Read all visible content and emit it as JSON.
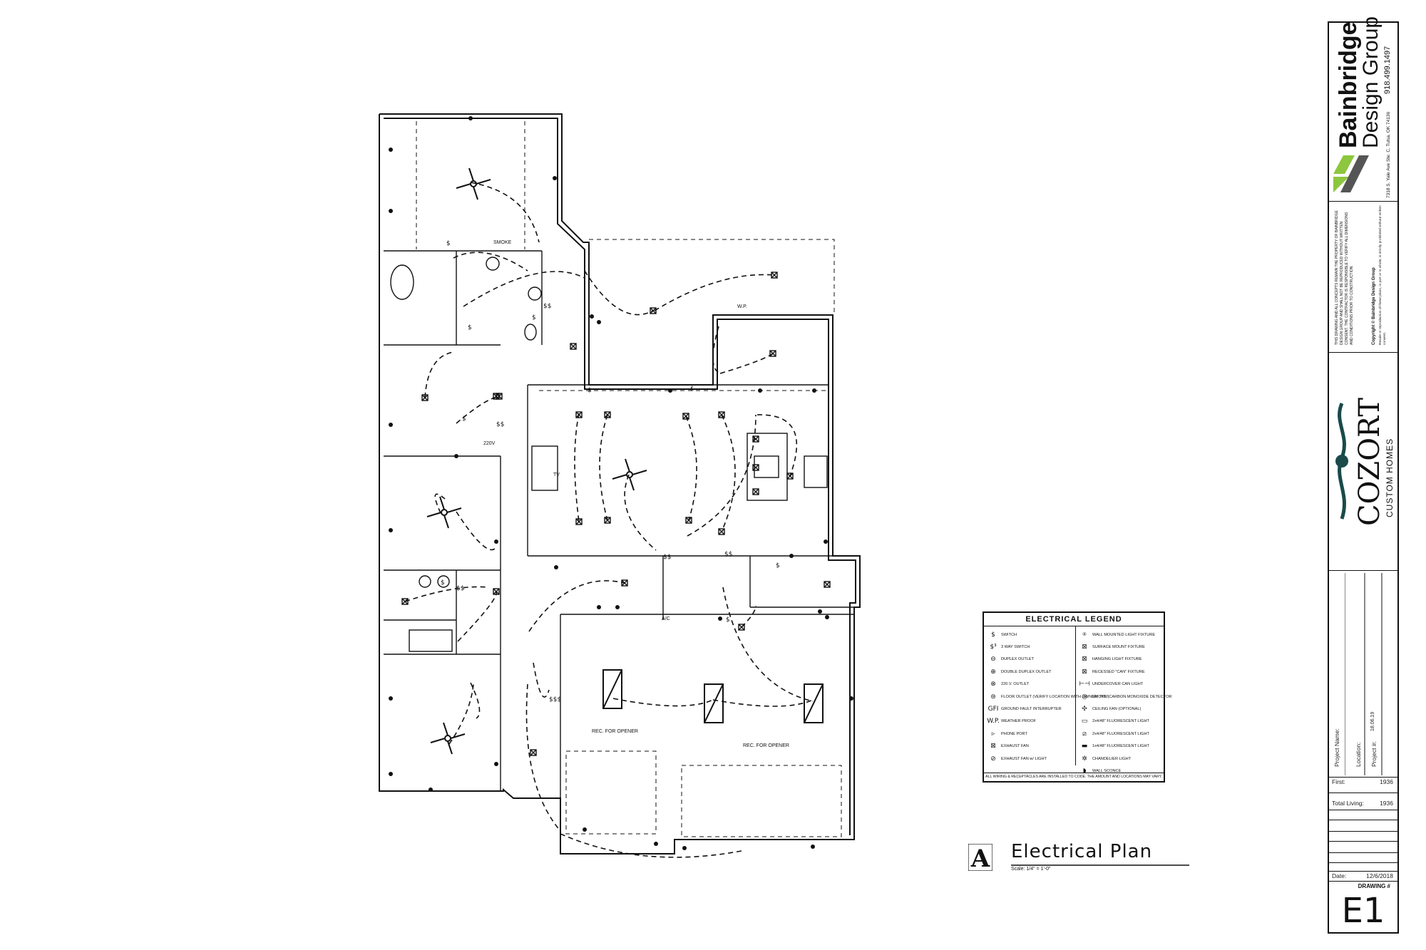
{
  "legend": {
    "title": "ELECTRICAL LEGEND",
    "left_items": [
      {
        "symbol": "$",
        "icon": "switch-icon",
        "label": "SWITCH"
      },
      {
        "symbol": "$³",
        "icon": "three-way-switch-icon",
        "label": "3 WAY SWITCH"
      },
      {
        "symbol": "⊖",
        "icon": "duplex-outlet-icon",
        "label": "DUPLEX OUTLET"
      },
      {
        "symbol": "⊕",
        "icon": "double-duplex-outlet-icon",
        "label": "DOUBLE DUPLEX OUTLET"
      },
      {
        "symbol": "⊗",
        "icon": "220v-outlet-icon",
        "label": "220 V. OUTLET"
      },
      {
        "symbol": "⊜",
        "icon": "floor-outlet-icon",
        "label": "FLOOR OUTLET (VERIFY LOCATION WITH OWNER, TYP.)"
      },
      {
        "symbol": "GFI",
        "icon": "gfi-icon",
        "label": "GROUND FAULT INTERRUPTER"
      },
      {
        "symbol": "W.P.",
        "icon": "weather-proof-icon",
        "label": "WEATHER PROOF"
      },
      {
        "symbol": "▹",
        "icon": "phone-port-icon",
        "label": "PHONE PORT"
      },
      {
        "symbol": "⊠",
        "icon": "exhaust-fan-icon",
        "label": "EXHAUST FAN"
      },
      {
        "symbol": "⊘",
        "icon": "exhaust-fan-light-icon",
        "label": "EXHAUST FAN w/ LIGHT"
      }
    ],
    "right_items": [
      {
        "symbol": "⍟",
        "icon": "wall-light-icon",
        "label": "WALL MOUNTED LIGHT FIXTURE"
      },
      {
        "symbol": "⊠",
        "icon": "surface-mount-icon",
        "label": "SURFACE MOUNT FIXTURE"
      },
      {
        "symbol": "⊠",
        "icon": "hanging-light-icon",
        "label": "HANGING LIGHT FIXTURE"
      },
      {
        "symbol": "⊠",
        "icon": "recessed-light-icon",
        "label": "RECESSED \"CAN\" FIXTURE"
      },
      {
        "symbol": "⊢⊣",
        "icon": "undercover-light-icon",
        "label": "UNDERCOVER CAN LIGHT"
      },
      {
        "symbol": "◎",
        "icon": "smoke-detector-icon",
        "label": "SMOKE/ CARBON MONOXIDE DETECTOR"
      },
      {
        "symbol": "✣",
        "icon": "ceiling-fan-icon",
        "label": "CEILING FAN (OPTIONAL)"
      },
      {
        "symbol": "▭",
        "icon": "fluorescent-24-icon",
        "label": "2x4/48\" FLUORESCENT LIGHT"
      },
      {
        "symbol": "⧄",
        "icon": "fluorescent-24b-icon",
        "label": "2x4/48\" FLUORESCENT LIGHT"
      },
      {
        "symbol": "▬",
        "icon": "fluorescent-strip-icon",
        "label": "1x4/48\" FLUORESCENT LIGHT"
      },
      {
        "symbol": "✲",
        "icon": "chandelier-icon",
        "label": "CHANDELIER LIGHT"
      },
      {
        "symbol": "◗",
        "icon": "wall-sconce-icon",
        "label": "WALL SCONCE"
      }
    ],
    "footnote": "ALL WIRING & RECEPTACLES ARE INSTALLED TO CODE. THE AMOUNT AND LOCATIONS MAY VARY."
  },
  "plan": {
    "title": "Electrical Plan",
    "badge": "A",
    "scale": "Scale: 1/4\" = 1'-0\"",
    "labels": {
      "opener_1": "REC. FOR OPENER",
      "opener_2": "REC. FOR OPENER",
      "smoke": "SMOKE",
      "wp": "W.P.",
      "tv": "TV",
      "v220": "220V",
      "ac": "A/C"
    }
  },
  "title_block": {
    "company_line1": "Bainbridge",
    "company_line2": "Design Group",
    "phone": "918.499.1497",
    "address": "7318 S. Yale Ave Ste. C, Tulsa, OK 74136",
    "disclaimer": "THIS DRAWING AND ALL CONCEPTS REMAIN THE PROPERTY OF BAINBRIDGE DESIGN GROUP AND SHALL NOT BE REPRODUCED WITHOUT WRITTEN CONSENT. THE CONTRACTOR IS RESPONSIBLE TO VERIFY ALL DIMENSIONS AND CONDITIONS PRIOR TO CONSTRUCTION.",
    "copyright": "Copyright © Bainbridge Design Group",
    "copyright_sub": "Resale or reproduction of these plans, in part or in whole, is strictly prohibited without written consent.",
    "client": "COZORT",
    "client_sub": "CUSTOM HOMES",
    "project_name_label": "Project Name:",
    "location_label": "Location:",
    "project_no_label": "Project #:",
    "project_no": "18.06.19",
    "first_label": "First:",
    "first_value": "1936",
    "total_label": "Total Living:",
    "total_value": "1936",
    "date_label": "Date:",
    "date_value": "12/6/2018",
    "drawing_label": "DRAWING #",
    "drawing_no": "E1"
  },
  "colors": {
    "brand_green": "#8dc63f",
    "brand_gray": "#555555",
    "line": "#111111"
  }
}
